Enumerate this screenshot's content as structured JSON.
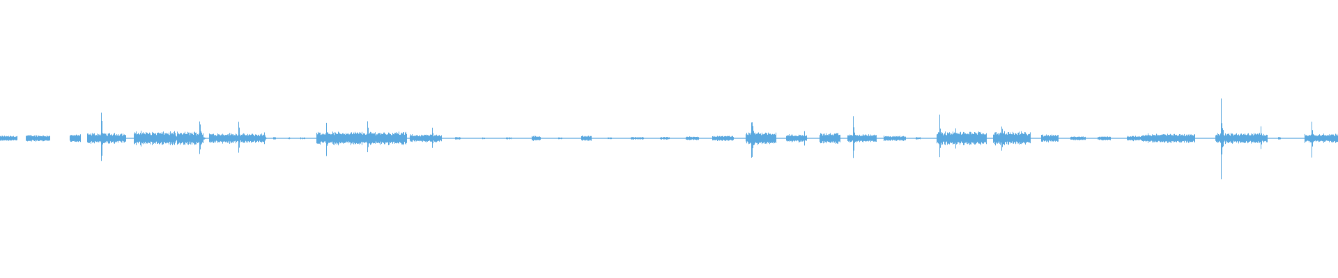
{
  "waveform": {
    "color": "#5aa8df",
    "background": "#ffffff",
    "duration_units": 1000,
    "noise_floor": 0.006,
    "segments": [
      [
        0.0,
        12.5,
        0.02
      ],
      [
        19,
        37,
        0.025
      ],
      [
        52,
        60,
        0.03
      ],
      [
        65,
        94,
        0.04
      ],
      [
        100,
        130,
        0.05
      ],
      [
        132,
        152,
        0.05
      ],
      [
        156,
        178,
        0.04
      ],
      [
        180,
        198,
        0.035
      ],
      [
        204,
        206,
        0.01
      ],
      [
        215,
        217,
        0.008
      ],
      [
        224,
        228,
        0.008
      ],
      [
        236,
        304,
        0.05
      ],
      [
        306,
        330,
        0.03
      ],
      [
        340,
        344,
        0.01
      ],
      [
        360,
        362,
        0.008
      ],
      [
        378,
        382,
        0.008
      ],
      [
        397,
        404,
        0.02
      ],
      [
        417,
        420,
        0.008
      ],
      [
        434,
        442,
        0.02
      ],
      [
        454,
        457,
        0.008
      ],
      [
        471,
        481,
        0.01
      ],
      [
        493,
        500,
        0.01
      ],
      [
        512,
        522,
        0.015
      ],
      [
        532,
        548,
        0.02
      ],
      [
        557,
        580,
        0.05
      ],
      [
        587,
        603,
        0.03
      ],
      [
        612,
        628,
        0.04
      ],
      [
        633,
        655,
        0.03
      ],
      [
        660,
        677,
        0.02
      ],
      [
        684,
        688,
        0.01
      ],
      [
        700,
        737,
        0.05
      ],
      [
        742,
        770,
        0.05
      ],
      [
        778,
        791,
        0.03
      ],
      [
        800,
        811,
        0.015
      ],
      [
        820,
        830,
        0.015
      ],
      [
        842,
        854,
        0.02
      ],
      [
        854,
        893,
        0.035
      ],
      [
        908,
        947,
        0.04
      ],
      [
        955,
        957,
        0.01
      ],
      [
        975,
        1000,
        0.035
      ]
    ],
    "transients": [
      [
        75.5,
        0.24,
        0.045,
        0.8
      ],
      [
        86.5,
        0.05,
        0.03,
        1.2
      ],
      [
        105,
        0.12,
        0.04,
        0.7
      ],
      [
        130,
        0.09,
        0.05,
        1.2
      ],
      [
        149,
        0.22,
        0.06,
        1.0
      ],
      [
        178,
        0.2,
        0.045,
        0.9
      ],
      [
        197,
        0.1,
        0.025,
        0.8
      ],
      [
        243.5,
        0.19,
        0.05,
        0.9
      ],
      [
        274.5,
        0.17,
        0.03,
        1.2
      ],
      [
        322.5,
        0.16,
        0.03,
        0.8
      ],
      [
        561.5,
        0.27,
        0.06,
        1.0
      ],
      [
        601,
        0.06,
        0.03,
        1.0
      ],
      [
        618,
        0.04,
        0.03,
        1.0
      ],
      [
        637.5,
        0.21,
        0.05,
        0.8
      ],
      [
        702,
        0.2,
        0.04,
        0.9
      ],
      [
        714,
        0.1,
        0.04,
        0.9
      ],
      [
        724.5,
        0.12,
        0.03,
        0.8
      ],
      [
        748.5,
        0.17,
        0.06,
        0.9
      ],
      [
        787,
        0.05,
        0.03,
        1.0
      ],
      [
        889,
        0.06,
        0.03,
        1.0
      ],
      [
        912.5,
        0.34,
        0.06,
        0.8
      ],
      [
        942,
        0.12,
        0.04,
        0.8
      ],
      [
        980,
        0.19,
        0.05,
        0.9
      ]
    ]
  }
}
